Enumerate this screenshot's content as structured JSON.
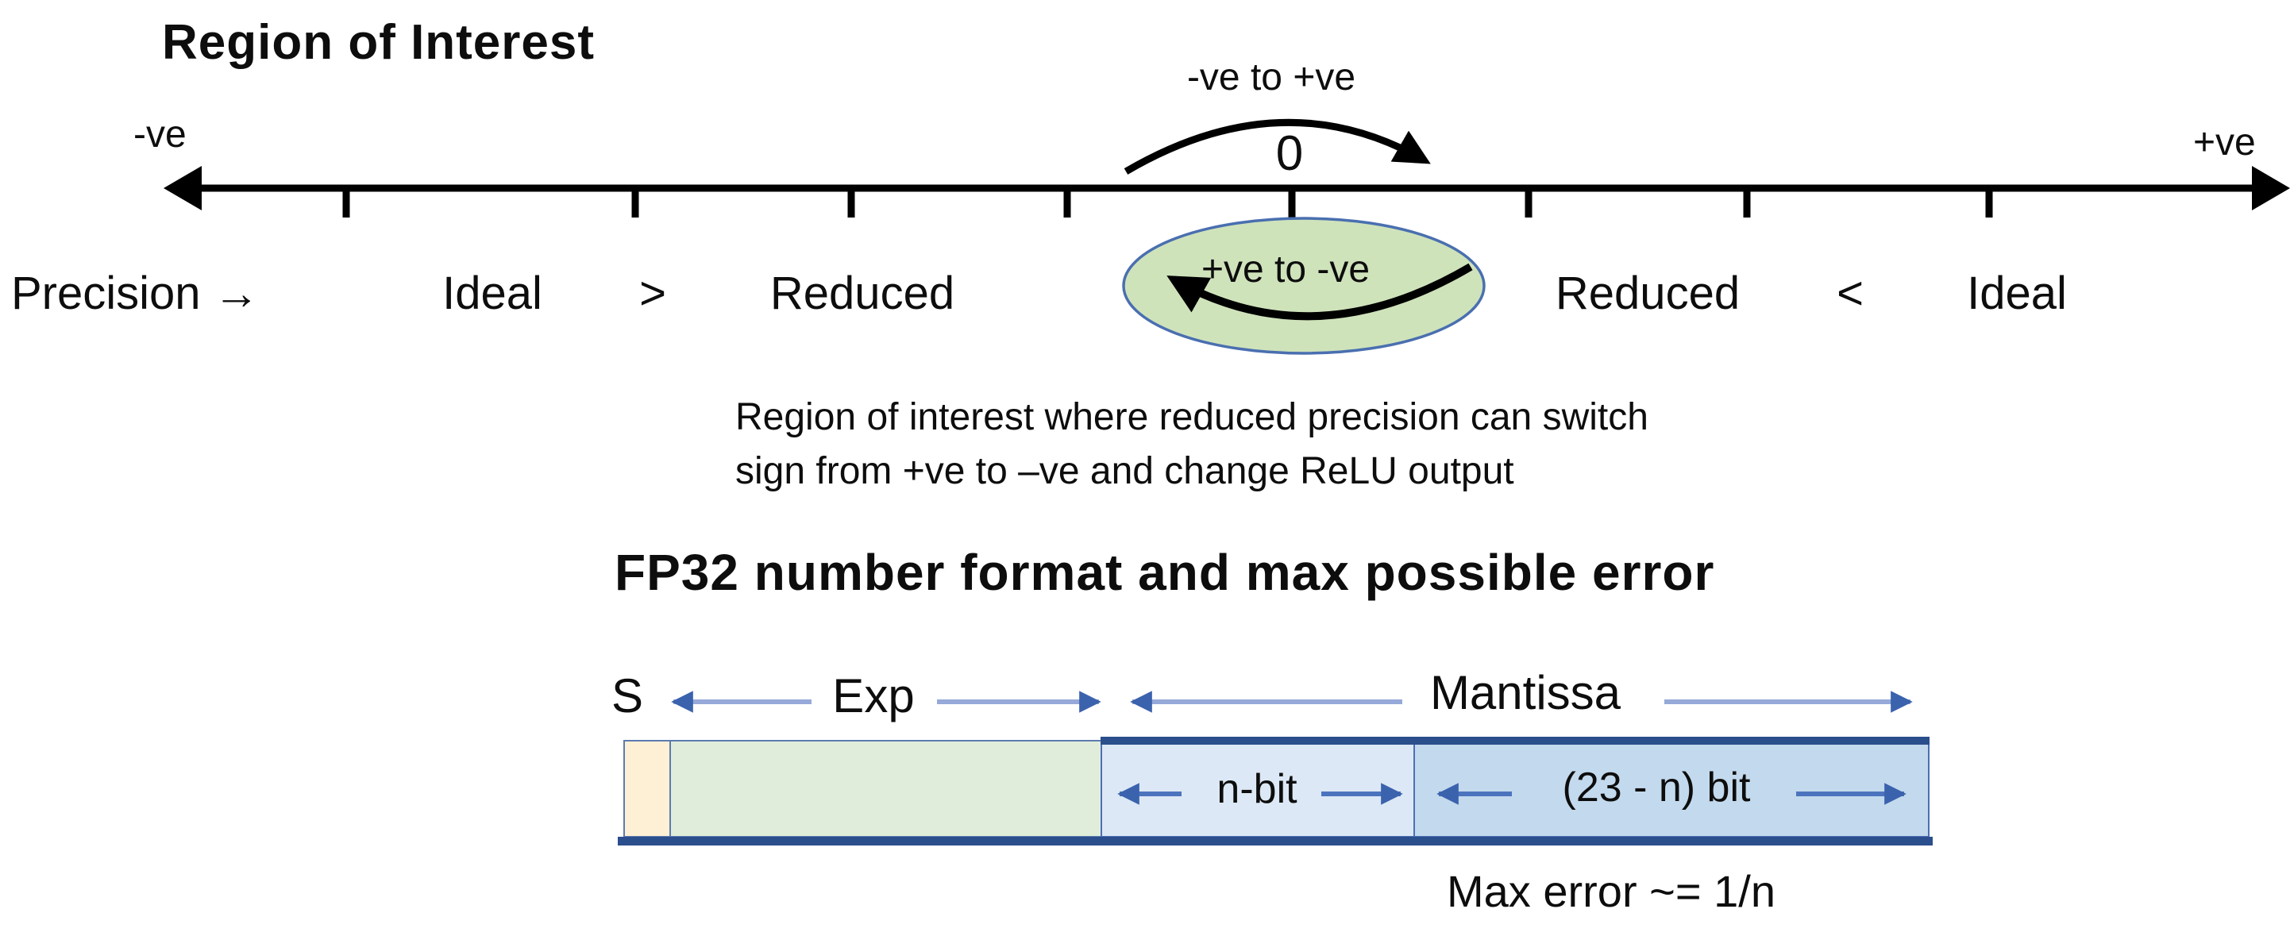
{
  "region_section": {
    "title": "Region of Interest",
    "axis_left_label": "-ve",
    "axis_right_label": "+ve",
    "zero_label": "0",
    "neg_to_pos_label": "-ve to +ve",
    "pos_to_neg_label": "+ve to -ve",
    "precision_label": "Precision →",
    "left_ideal": "Ideal",
    "left_comparator": ">",
    "left_reduced": "Reduced",
    "right_reduced": "Reduced",
    "right_comparator": "<",
    "right_ideal": "Ideal",
    "caption_line1": "Region of interest where reduced precision can switch",
    "caption_line2": "sign from +ve to –ve and change ReLU output"
  },
  "fp32_section": {
    "title": "FP32 number format and max possible error",
    "sign_label": "S",
    "exp_label": "Exp",
    "mantissa_label": "Mantissa",
    "nbit_label": "n-bit",
    "remaining_bits_label": "(23 - n) bit",
    "max_error_label": "Max error ~= 1/n"
  },
  "colors": {
    "axis": "#000000",
    "ellipse_fill": "#cfe3bb",
    "ellipse_border": "#4a6fb0",
    "sign_box_fill": "#fdf0d4",
    "exp_box_fill": "#e0edda",
    "nbit_box_fill": "#dce8f5",
    "rest_box_fill": "#c3d9ed",
    "box_border": "#4b6fb5",
    "box_border_dark": "#2b4e8c",
    "arrow_shaft_light": "#96a9d9",
    "arrow_shaft_medium": "#4c74be",
    "arrow_head_blue": "#3b62ad"
  }
}
